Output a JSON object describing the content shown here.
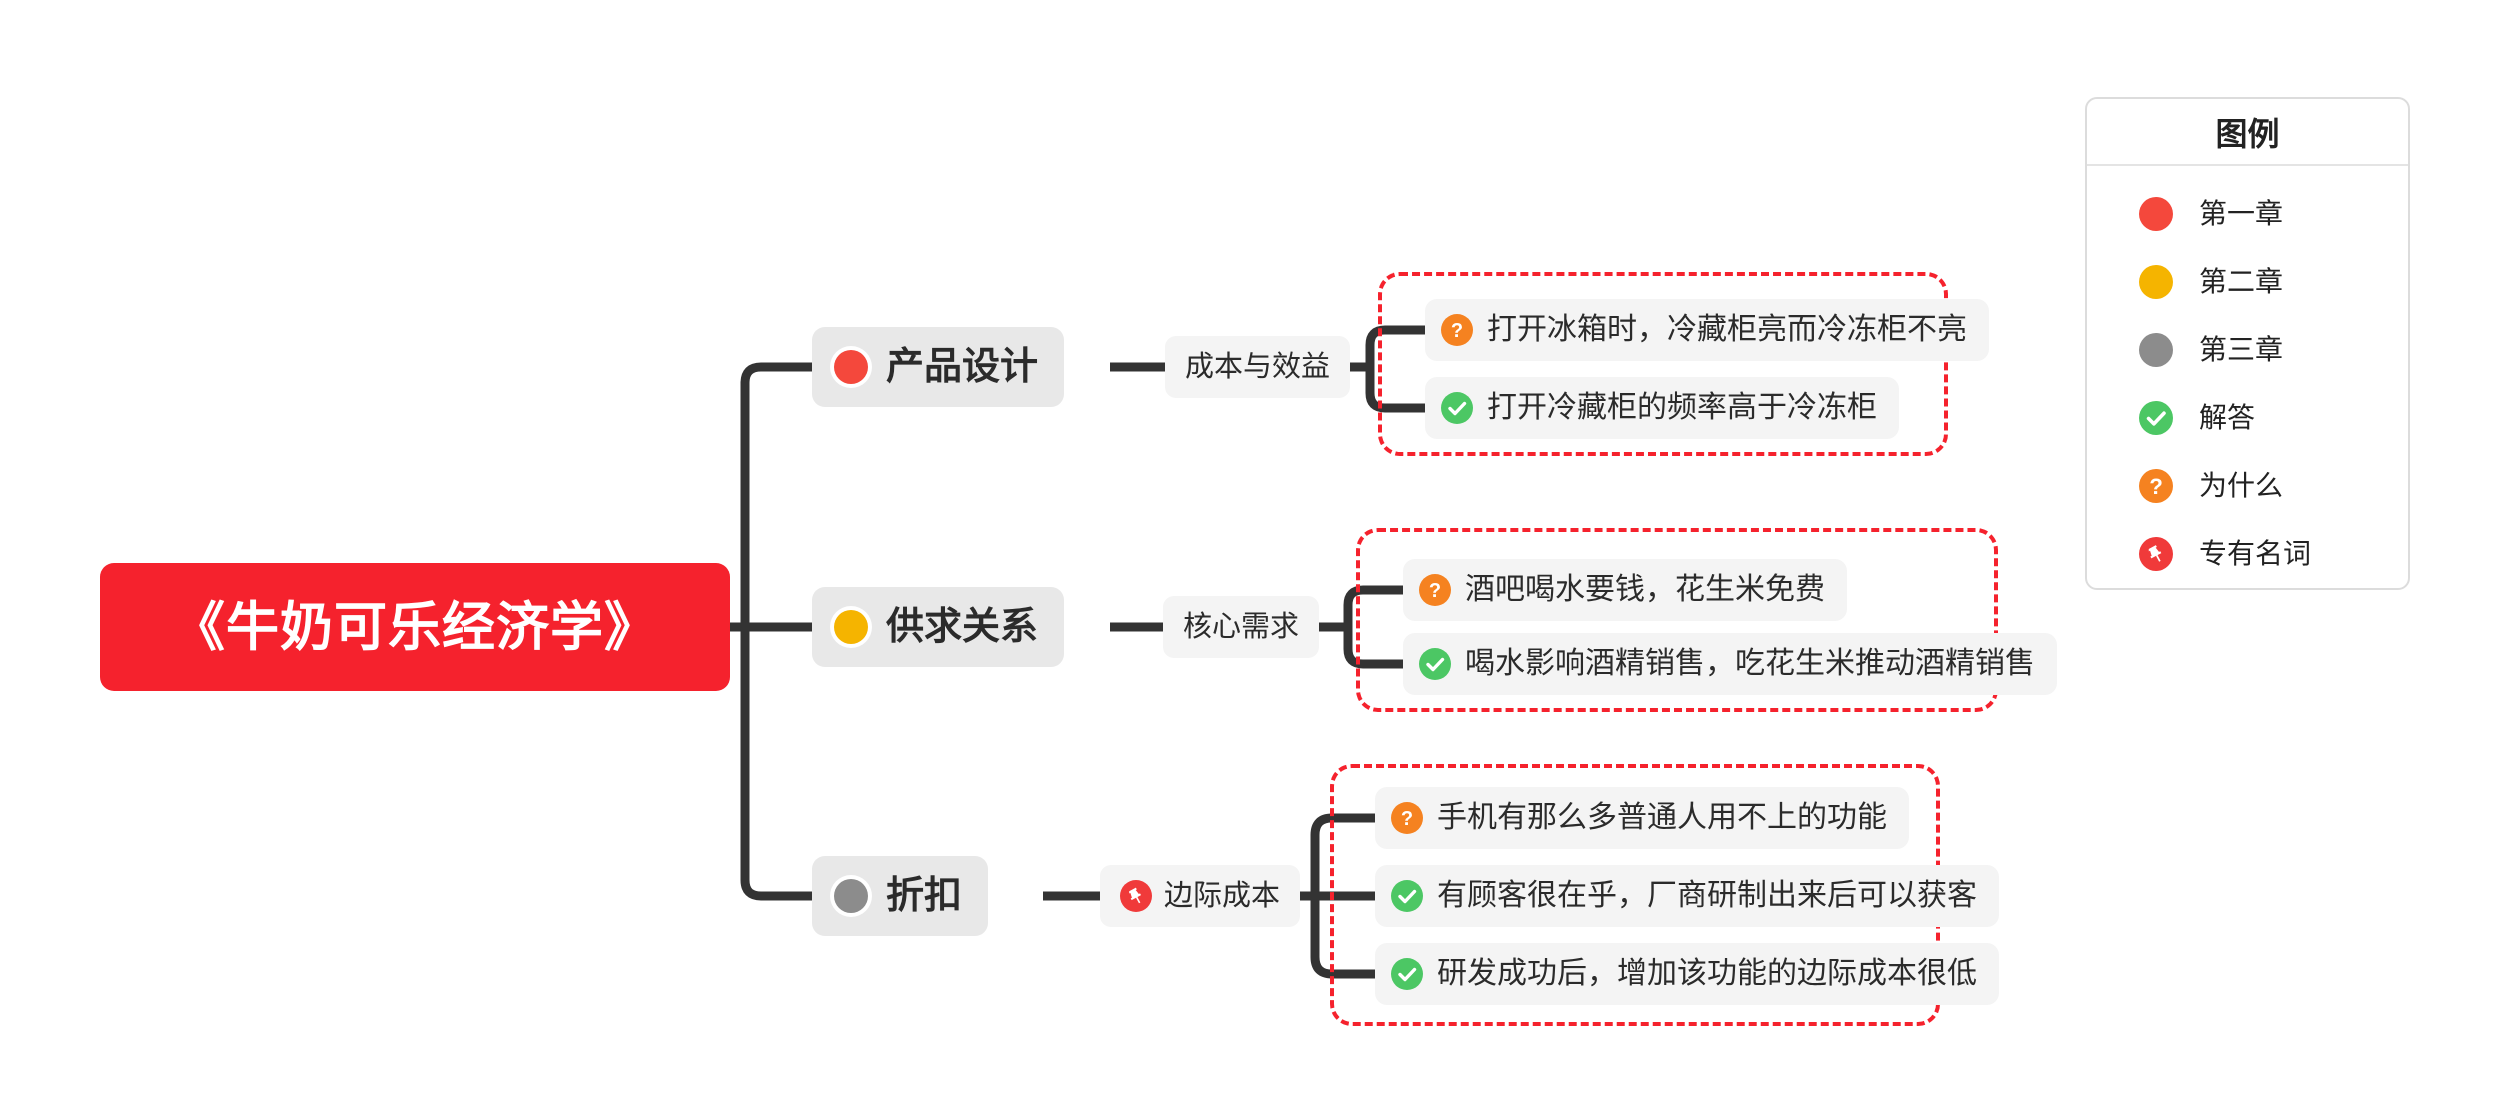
{
  "root": {
    "label": "《牛奶可乐经济学》",
    "color": "#F5222D",
    "text_color": "#FFFFFF"
  },
  "palette": {
    "chapter_1": "#F4483C",
    "chapter_2": "#F5B400",
    "chapter_3": "#8C8C8C",
    "answer_green": "#4CC764",
    "why_orange": "#F58220",
    "term_red": "#F03A3A",
    "group_border": "#F5222D",
    "branch_bg": "#E8E8E8",
    "pill_bg": "#F4F4F4",
    "connector": "#333333"
  },
  "branches": [
    {
      "id": "branch-1",
      "label": "产品设计",
      "dot_color": "#F4483C",
      "dot_name": "chapter-1-dot",
      "mid": {
        "label": "成本与效益",
        "icon": null
      },
      "leaves": [
        {
          "icon": "why-icon",
          "icon_color": "#F58220",
          "text": "打开冰箱时，冷藏柜亮而冷冻柜不亮"
        },
        {
          "icon": "answer-icon",
          "icon_color": "#4CC764",
          "text": "打开冷藏柜的频率高于冷冻柜"
        }
      ]
    },
    {
      "id": "branch-2",
      "label": "供求关系",
      "dot_color": "#F5B400",
      "dot_name": "chapter-2-dot",
      "mid": {
        "label": "核心需求",
        "icon": null
      },
      "leaves": [
        {
          "icon": "why-icon",
          "icon_color": "#F58220",
          "text": "酒吧喝水要钱，花生米免费"
        },
        {
          "icon": "answer-icon",
          "icon_color": "#4CC764",
          "text": "喝水影响酒精销售，吃花生米推动酒精销售"
        }
      ]
    },
    {
      "id": "branch-3",
      "label": "折扣",
      "dot_color": "#8C8C8C",
      "dot_name": "chapter-3-dot",
      "mid": {
        "label": "边际成本",
        "icon": "term-icon",
        "icon_color": "#F03A3A"
      },
      "leaves": [
        {
          "icon": "why-icon",
          "icon_color": "#F58220",
          "text": "手机有那么多普通人用不上的功能"
        },
        {
          "icon": "answer-icon",
          "icon_color": "#4CC764",
          "text": "有顾客很在乎，厂商研制出来后可以获客"
        },
        {
          "icon": "answer-icon",
          "icon_color": "#4CC764",
          "text": "研发成功后，增加该功能的边际成本很低"
        }
      ]
    }
  ],
  "legend": {
    "title": "图例",
    "items": [
      {
        "type": "dot",
        "color": "#F4483C",
        "label": "第一章",
        "icon": "chapter-1-dot"
      },
      {
        "type": "dot",
        "color": "#F5B400",
        "label": "第二章",
        "icon": "chapter-2-dot"
      },
      {
        "type": "dot",
        "color": "#8C8C8C",
        "label": "第三章",
        "icon": "chapter-3-dot"
      },
      {
        "type": "icon",
        "color": "#4CC764",
        "label": "解答",
        "icon": "answer-icon"
      },
      {
        "type": "icon",
        "color": "#F58220",
        "label": "为什么",
        "icon": "why-icon"
      },
      {
        "type": "icon",
        "color": "#F03A3A",
        "label": "专有名词",
        "icon": "term-icon"
      }
    ]
  }
}
